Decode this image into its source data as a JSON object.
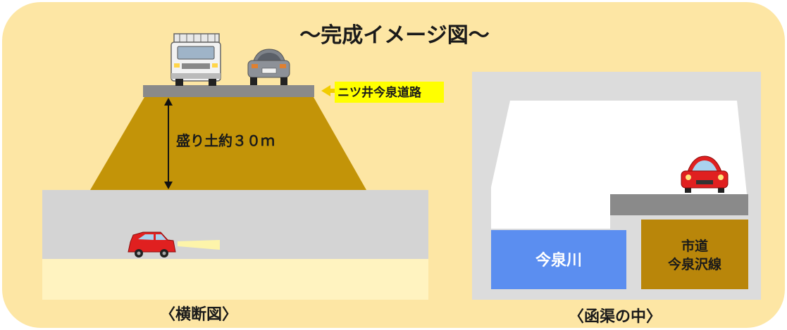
{
  "title": "〜完成イメージ図〜",
  "road_label": "ニツ井今泉道路",
  "embankment_label": "盛り土約３０ｍ",
  "river_label": "今泉川",
  "city_road_label": [
    "市道",
    "今泉沢線"
  ],
  "caption_left": "〈横断図〉",
  "caption_right": "〈函渠の中〉",
  "colors": {
    "background": "#fde6a4",
    "embankment": "#c39408",
    "road_surface": "#8a8a8a",
    "culvert_body": "#d4d4d4",
    "ground": "#fff3c0",
    "river": "#5b8ef0",
    "city_road_block": "#b9860a",
    "label_highlight": "#ffff00",
    "car_red": "#e02020",
    "truck_white": "#f2f2f2",
    "car_gray": "#8d9198"
  },
  "icons": [
    "truck-icon",
    "sedan-icon",
    "red-car-icon",
    "arrow-left-icon",
    "double-arrow-icon"
  ]
}
